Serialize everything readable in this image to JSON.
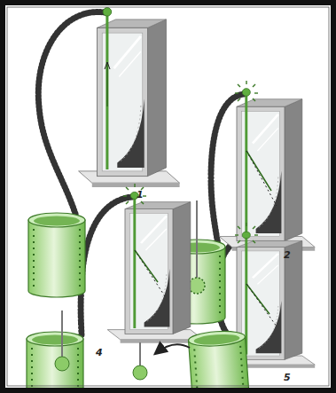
{
  "diagram": {
    "labels": [
      "1",
      "2",
      "4",
      "5"
    ]
  }
}
